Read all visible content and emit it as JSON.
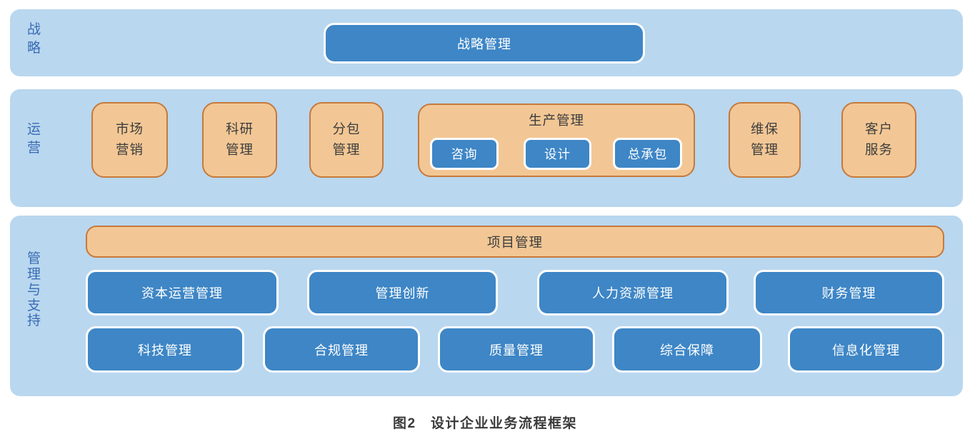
{
  "figure": {
    "caption": "图2　设计企业业务流程框架"
  },
  "colors": {
    "band_background": "#b9d7ef",
    "band_label_text": "#3a6cb4",
    "blue_node_fill": "#3e86c6",
    "blue_node_border": "#ffffff",
    "blue_node_text": "#ffffff",
    "orange_node_fill": "#f2c795",
    "orange_node_border": "#c5793b",
    "node_text_dark": "#3d3d3d",
    "page_background": "#ffffff"
  },
  "bands": {
    "strategy": {
      "label": "战略",
      "node": "战略管理"
    },
    "operations": {
      "label": "运营",
      "nodes": {
        "marketing": "市场\n营销",
        "research": "科研\n管理",
        "subcontract": "分包\n管理",
        "maintenance": "维保\n管理",
        "customer_service": "客户\n服务"
      },
      "production_group": {
        "title": "生产管理",
        "children": {
          "consulting": "咨询",
          "design": "设计",
          "epc": "总承包"
        }
      }
    },
    "support": {
      "label": "管理与支持",
      "project_bar": "项目管理",
      "row1": [
        "资本运营管理",
        "管理创新",
        "人力资源管理",
        "财务管理"
      ],
      "row2": [
        "科技管理",
        "合规管理",
        "质量管理",
        "综合保障",
        "信息化管理"
      ]
    }
  }
}
